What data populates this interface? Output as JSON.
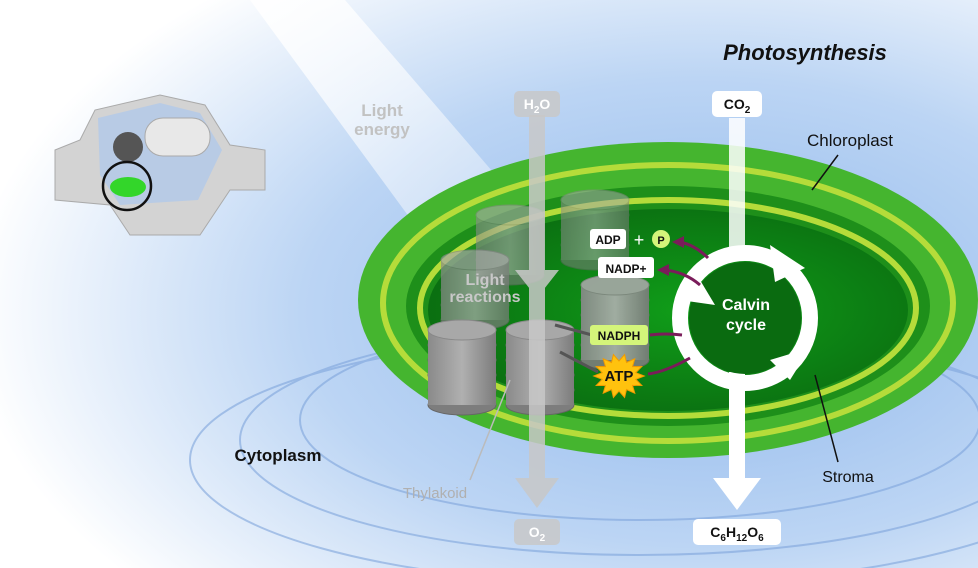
{
  "title": "Photosynthesis",
  "labels": {
    "light_energy": [
      "Light",
      "energy"
    ],
    "light_reactions": [
      "Light",
      "reactions"
    ],
    "chloroplast": "Chloroplast",
    "stroma": "Stroma",
    "cytoplasm": "Cytoplasm",
    "thylakoid": "Thylakoid",
    "calvin_cycle": [
      "Calvin",
      "cycle"
    ]
  },
  "molecules": {
    "h2o": {
      "base": "H",
      "sub": "2",
      "tail": "O"
    },
    "o2": {
      "base": "O",
      "sub": "2"
    },
    "co2": {
      "base": "CO",
      "sub": "2"
    },
    "glucose": {
      "c": "C",
      "c_sub": "6",
      "h": "H",
      "h_sub": "12",
      "o": "O",
      "o_sub": "6"
    },
    "adp": "ADP",
    "plus": "+",
    "phosphate": "P",
    "nadp_plus": "NADP+",
    "nadph": "NADPH",
    "atp": "ATP"
  },
  "colors": {
    "chloroplast_outer": "#3fae2a",
    "chloroplast_inner": "#0d7a12",
    "membrane_ring": "#b5dc3a",
    "label_highlight": "#d4f57a",
    "atp_burst": "#ffc20e",
    "arrow_purple": "#7a1c5a",
    "background_blue": "#a9c9f2"
  }
}
